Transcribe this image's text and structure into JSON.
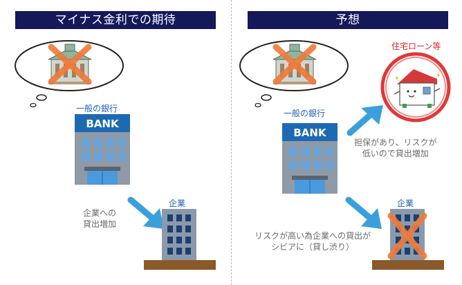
{
  "left_panel": {
    "header": "マイナス金利での期待",
    "bank_label": "一般の銀行",
    "bank_sign": "BANK",
    "arrow_caption_line1": "企業への",
    "arrow_caption_line2": "貸出増加",
    "company_label": "企業"
  },
  "right_panel": {
    "header": "予想",
    "bank_label": "一般の銀行",
    "bank_sign": "BANK",
    "home_loan_label": "住宅ローン等",
    "home_caption_line1": "担保があり、リスクが",
    "home_caption_line2": "低いので貸出増加",
    "company_label": "企業",
    "company_caption_line1": "リスクが高い為企業への貸出が",
    "company_caption_line2": "シビアに（貸し渋り）"
  },
  "colors": {
    "header_bg": "#15195a",
    "arrow_blue": "#3a9fdc",
    "cross_orange": "#f07a3a",
    "bank_blue": "#1d6ab2",
    "ground_brown": "#8a5a2b",
    "ring_red": "#e03838"
  },
  "icons": [
    "central-bank-building-icon",
    "cross-out-icon",
    "bank-building-icon",
    "office-building-icon",
    "house-icon",
    "arrow-icon"
  ]
}
